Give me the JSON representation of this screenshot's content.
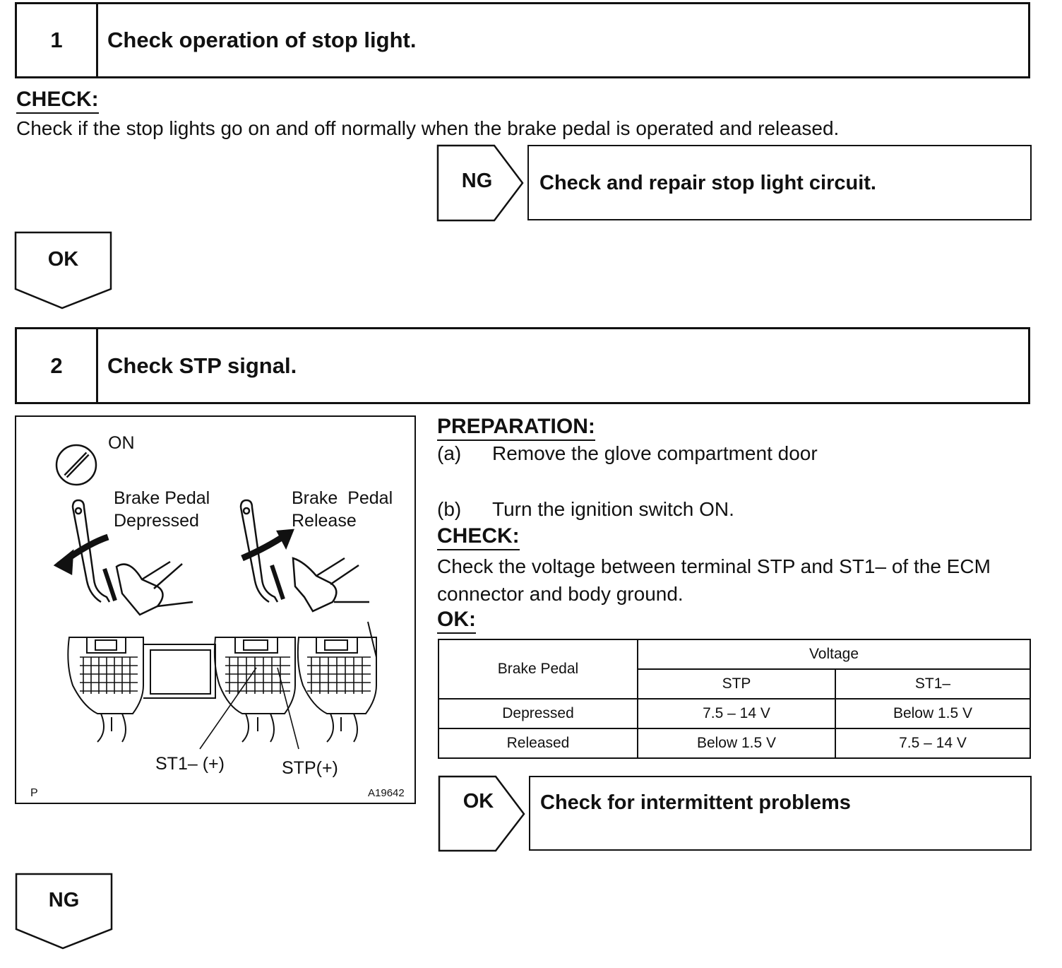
{
  "step1": {
    "number": "1",
    "title": "Check operation of stop light.",
    "check_heading": "CHECK:",
    "check_text": "Check if the stop lights go on and off normally when the brake pedal is operated and released.",
    "ng_label": "NG",
    "ng_action": "Check and repair stop light circuit.",
    "ok_label": "OK"
  },
  "step2": {
    "number": "2",
    "title": "Check STP signal.",
    "preparation_heading": "PREPARATION:",
    "prep_a_label": "(a)",
    "prep_a_text": "Remove the glove compartment door",
    "prep_b_label": "(b)",
    "prep_b_text": "Turn the ignition switch ON.",
    "check_heading": "CHECK:",
    "check_text": "Check the voltage between terminal STP and ST1– of the ECM connector and body ground.",
    "ok_heading": "OK:",
    "table": {
      "col_header": "Brake Pedal",
      "group_header": "Voltage",
      "sub_headers": [
        "STP",
        "ST1–"
      ],
      "rows": [
        {
          "label": "Depressed",
          "stp": "7.5 – 14 V",
          "st1": "Below 1.5 V"
        },
        {
          "label": "Released",
          "stp": "Below 1.5 V",
          "st1": "7.5 – 14 V"
        }
      ]
    },
    "ok_label": "OK",
    "ok_action": "Check for intermittent problems",
    "ng_label": "NG"
  },
  "figure": {
    "ignition_label": "ON",
    "pedal_depressed": [
      "Brake Pedal",
      "Depressed"
    ],
    "pedal_release": [
      "Brake  Pedal",
      "Release"
    ],
    "st1_label": "ST1– (+)",
    "stp_label": "STP(+)",
    "corner_left": "P",
    "corner_right": "A19642"
  }
}
